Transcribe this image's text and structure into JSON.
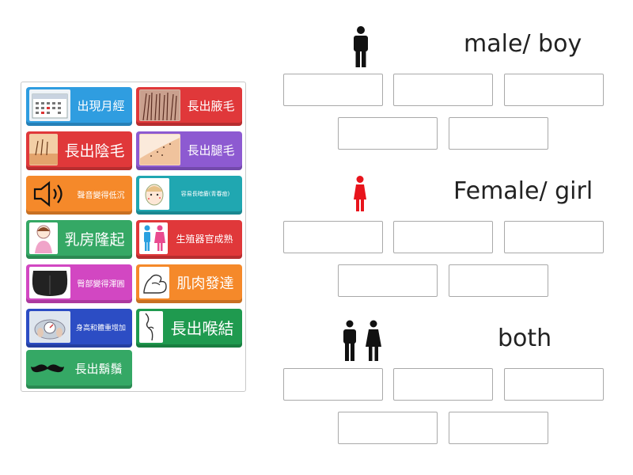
{
  "palette": {
    "cards": [
      {
        "label": "出現月經",
        "color": "#2f9de0",
        "icon": "calendar-icon"
      },
      {
        "label": "長出腋毛",
        "color": "#e0383a",
        "icon": "hair-icon"
      },
      {
        "label": "長出陰毛",
        "color": "#e0383a",
        "icon": "skin-hair-icon"
      },
      {
        "label": "長出腿毛",
        "color": "#8d5ad1",
        "icon": "leg-icon"
      },
      {
        "label": "聲音變得低沉",
        "color": "#f5892a",
        "icon": "speaker-icon"
      },
      {
        "label": "容易長暗瘡(青春痘)",
        "color": "#20a7b1",
        "icon": "acne-face-icon"
      },
      {
        "label": "乳房隆起",
        "color": "#35a865",
        "icon": "girl-icon"
      },
      {
        "label": "生殖器官成熟",
        "color": "#e0383a",
        "icon": "restroom-icon"
      },
      {
        "label": "臀部變得渾圓",
        "color": "#d247c2",
        "icon": "hips-icon"
      },
      {
        "label": "肌肉發達",
        "color": "#f5892a",
        "icon": "muscle-arm-icon"
      },
      {
        "label": "身高和體重增加",
        "color": "#2c4dc4",
        "icon": "scale-icon"
      },
      {
        "label": "長出喉結",
        "color": "#1f9a4f",
        "icon": "throat-icon"
      },
      {
        "label": "長出鬍鬚",
        "color": "#35a865",
        "icon": "mustache-icon"
      }
    ]
  },
  "categories": [
    {
      "title": "male/ boy",
      "icon": "male-icon",
      "icon_color": "#111111"
    },
    {
      "title": "Female/ girl",
      "icon": "female-icon",
      "icon_color": "#e8141c"
    },
    {
      "title": "both",
      "icon": "male-female-icon",
      "icon_color": "#111111"
    }
  ]
}
